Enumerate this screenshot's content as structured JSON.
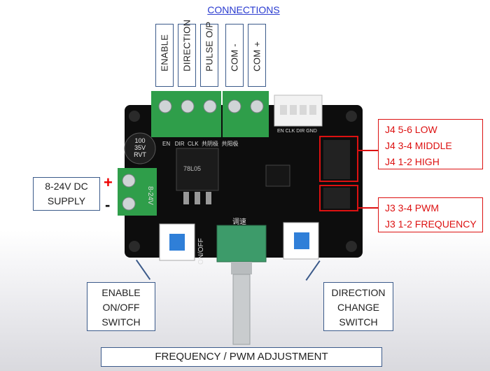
{
  "header": {
    "title": "CONNECTIONS"
  },
  "terminals": [
    "ENABLE",
    "DIRECTION",
    "PULSE O/P",
    "COM -",
    "COM +"
  ],
  "supply": {
    "label_line1": "8-24V DC",
    "label_line2": "SUPPLY",
    "plus": "+",
    "minus": "-"
  },
  "jumpers": {
    "j4": [
      "J4 5-6 LOW",
      "J4 3-4 MIDDLE",
      "J4 1-2 HIGH"
    ],
    "j3": [
      "J3 3-4 PWM",
      "J3 1-2 FREQUENCY"
    ]
  },
  "switches": {
    "enable": [
      "ENABLE",
      "ON/OFF",
      "SWITCH"
    ],
    "direction": [
      "DIRECTION",
      "CHANGE",
      "SWITCH"
    ]
  },
  "pot": {
    "label": "FREQUENCY / PWM ADJUSTMENT"
  },
  "board_silk": {
    "pins": "EN   DIR  CLK  共阴极  共阳极",
    "header_pins": "EN CLK DIR GND",
    "cap": [
      "100",
      "35V",
      "RVT"
    ],
    "voltage": "8-24V",
    "onoff": "ON/OFF",
    "speed": "调速",
    "chip": "78L05"
  },
  "colors": {
    "accent": "#2a3bd0",
    "callout_red": "#d11111",
    "callout_border": "#3b5a8a",
    "board": "#0d0d0d",
    "terminal": "#2f9e4a"
  }
}
